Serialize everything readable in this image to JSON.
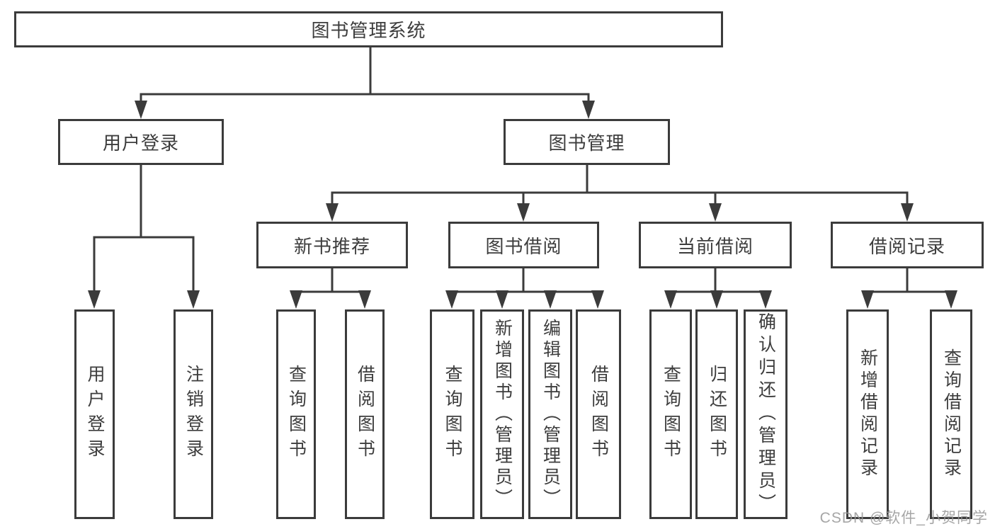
{
  "tree": {
    "root": "图书管理系统",
    "children": [
      {
        "label": "用户登录",
        "children": [
          "用户登录",
          "注销登录"
        ]
      },
      {
        "label": "图书管理",
        "children": [
          {
            "label": "新书推荐",
            "children": [
              "查询图书",
              "借阅图书"
            ]
          },
          {
            "label": "图书借阅",
            "children": [
              "查询图书",
              "新增图书（管理员）",
              "编辑图书（管理员）",
              "借阅图书"
            ]
          },
          {
            "label": "当前借阅",
            "children": [
              "查询图书",
              "归还图书",
              "确认归还（管理员）"
            ]
          },
          {
            "label": "借阅记录",
            "children": [
              "新增借阅记录",
              "查询借阅记录"
            ]
          }
        ]
      }
    ]
  },
  "watermark": {
    "text": "CSDN @软件_小贺同学"
  },
  "colors": {
    "line": "#3b3b3b",
    "text": "#3d3d3d",
    "box_background": "#ffffff",
    "watermark": "#969696",
    "page_background": "#ffffff"
  }
}
